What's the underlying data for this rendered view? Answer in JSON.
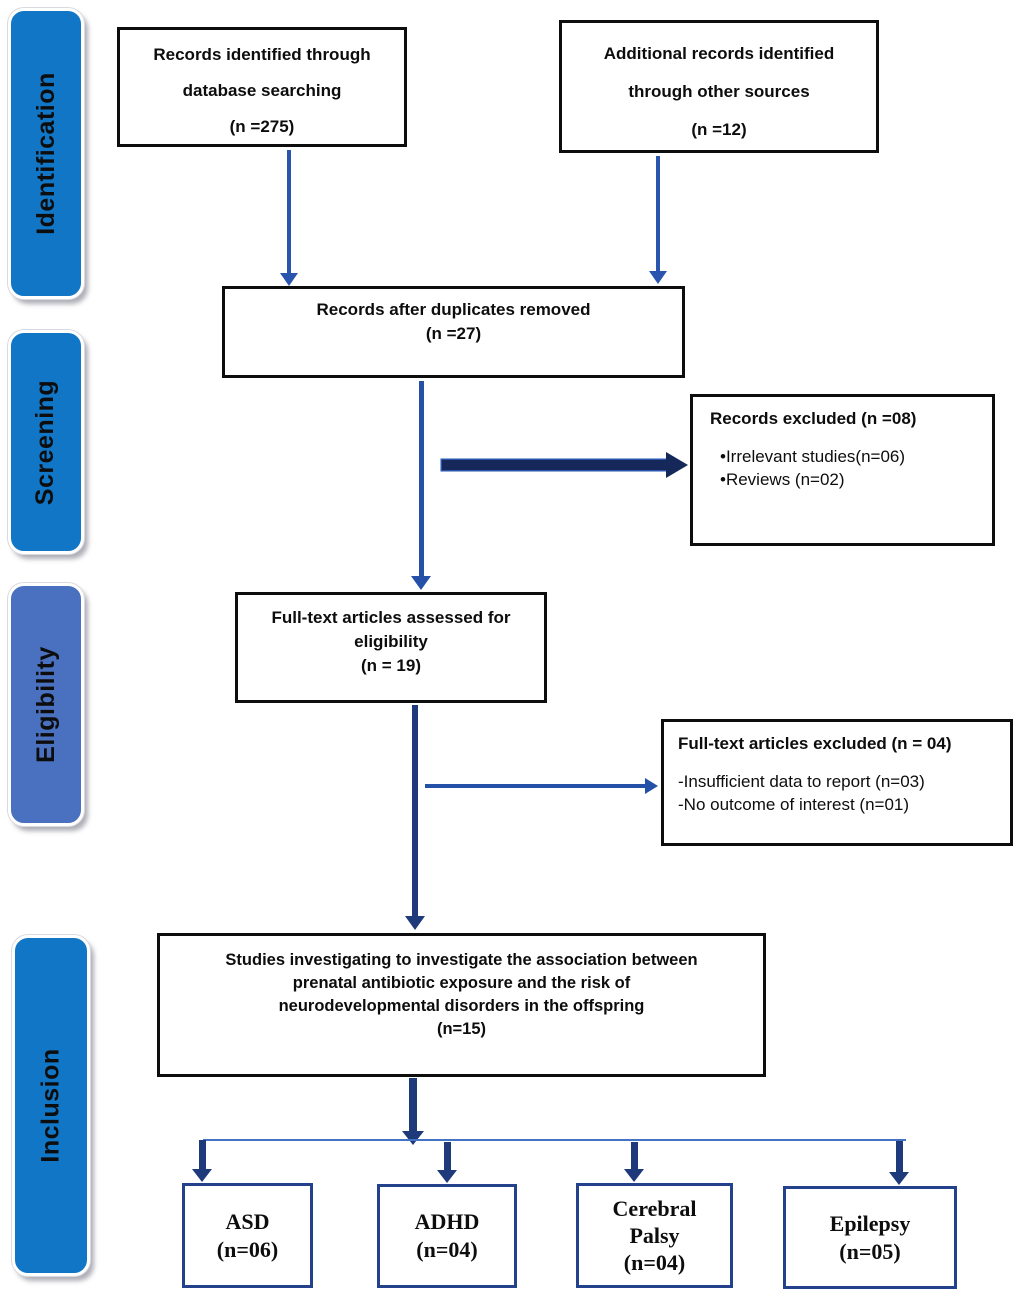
{
  "stages": [
    {
      "label": "Identification"
    },
    {
      "label": "Screening"
    },
    {
      "label": "Eligibility"
    },
    {
      "label": "Inclusion"
    }
  ],
  "boxes": {
    "records_identified": {
      "lines": [
        "Records identified through",
        "database searching",
        "(n =275)"
      ]
    },
    "additional_records": {
      "lines": [
        "Additional records identified",
        "through other sources",
        "(n =12)"
      ]
    },
    "duplicates_removed": {
      "lines": [
        "Records after duplicates removed",
        "(n =27)"
      ]
    },
    "records_excluded": {
      "title": "Records excluded (n =08)",
      "items": [
        "•Irrelevant studies(n=06)",
        "•Reviews (n=02)"
      ]
    },
    "fulltext_assessed": {
      "lines": [
        "Full-text articles assessed for",
        "eligibility",
        "(n = 19)"
      ]
    },
    "fulltext_excluded": {
      "title": "Full-text articles excluded (n = 04)",
      "items": [
        "-Insufficient data to report (n=03)",
        "-No outcome of interest (n=01)"
      ]
    },
    "studies_included": {
      "lines": [
        "Studies investigating to  investigate the association between",
        "prenatal antibiotic exposure and the risk of",
        "neurodevelopmental disorders in the offspring",
        "(n=15)"
      ]
    }
  },
  "outcomes": [
    {
      "lines": [
        "ASD",
        "(n=06)"
      ]
    },
    {
      "lines": [
        "ADHD",
        "(n=04)"
      ]
    },
    {
      "lines": [
        "Cerebral",
        "Palsy",
        "(n=04)"
      ]
    },
    {
      "lines": [
        "Epilepsy",
        "(n=05)"
      ]
    }
  ],
  "colors": {
    "stage_blue": "#1176c6",
    "stage_eligibility": "#4a70c0",
    "arrow_blue": "#2a55ae",
    "arrow_navy": "#1e3a7a",
    "arrow_dark_navy": "#16275a",
    "connector": "#4472c4",
    "outcome_border": "#24418c"
  }
}
